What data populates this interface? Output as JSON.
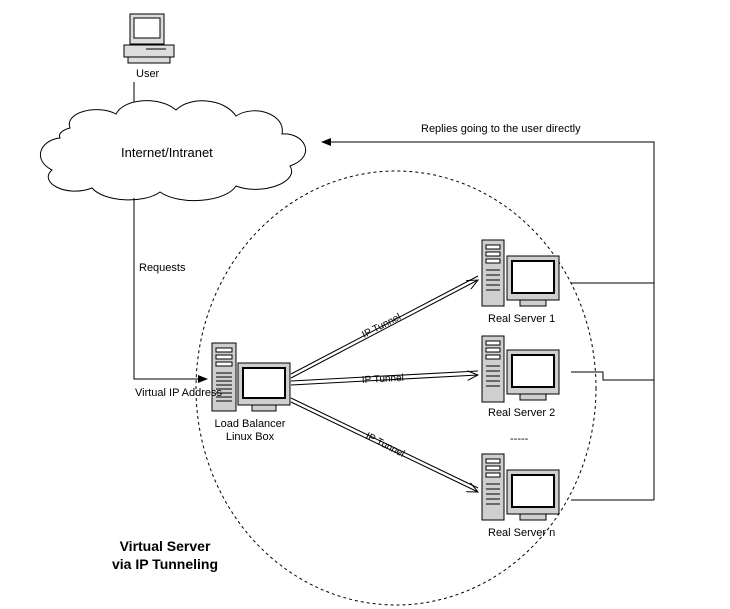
{
  "nodes": {
    "user": {
      "label": "User"
    },
    "network": {
      "label": "Internet/Intranet"
    },
    "load_balancer": {
      "label_line1": "Load Balancer",
      "label_line2": "Linux Box"
    },
    "real_server_1": {
      "label": "Real Server 1"
    },
    "real_server_2": {
      "label": "Real Server 2"
    },
    "real_server_n": {
      "label": "Real Server n"
    },
    "ellipsis": "-----"
  },
  "edges": {
    "replies": "Replies going to the user directly",
    "requests": "Requests",
    "vip": "Virtual IP Address",
    "tunnel_1": "IP Tunnel",
    "tunnel_2": "IP Tunnel",
    "tunnel_3": "IP Tunnel"
  },
  "caption": {
    "line1": "Virtual Server",
    "line2": "via IP Tunneling"
  },
  "colors": {
    "line": "#000000",
    "background": "#ffffff",
    "screen": "#ffffff",
    "case": "#cfcfcf"
  }
}
